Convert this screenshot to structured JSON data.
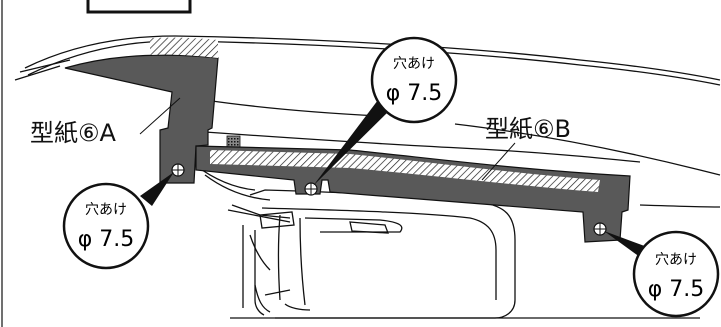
{
  "labels": {
    "pattern_a": "型紙⑥A",
    "pattern_b": "型紙⑥B"
  },
  "callouts": [
    {
      "id": "hole-top",
      "title": "穴あけ",
      "value": "φ 7.5"
    },
    {
      "id": "hole-left",
      "title": "穴あけ",
      "value": "φ 7.5"
    },
    {
      "id": "hole-right",
      "title": "穴あけ",
      "value": "φ 7.5"
    }
  ],
  "colors": {
    "pattern_fill": "#595959",
    "stroke": "#111111",
    "background": "#ffffff"
  }
}
